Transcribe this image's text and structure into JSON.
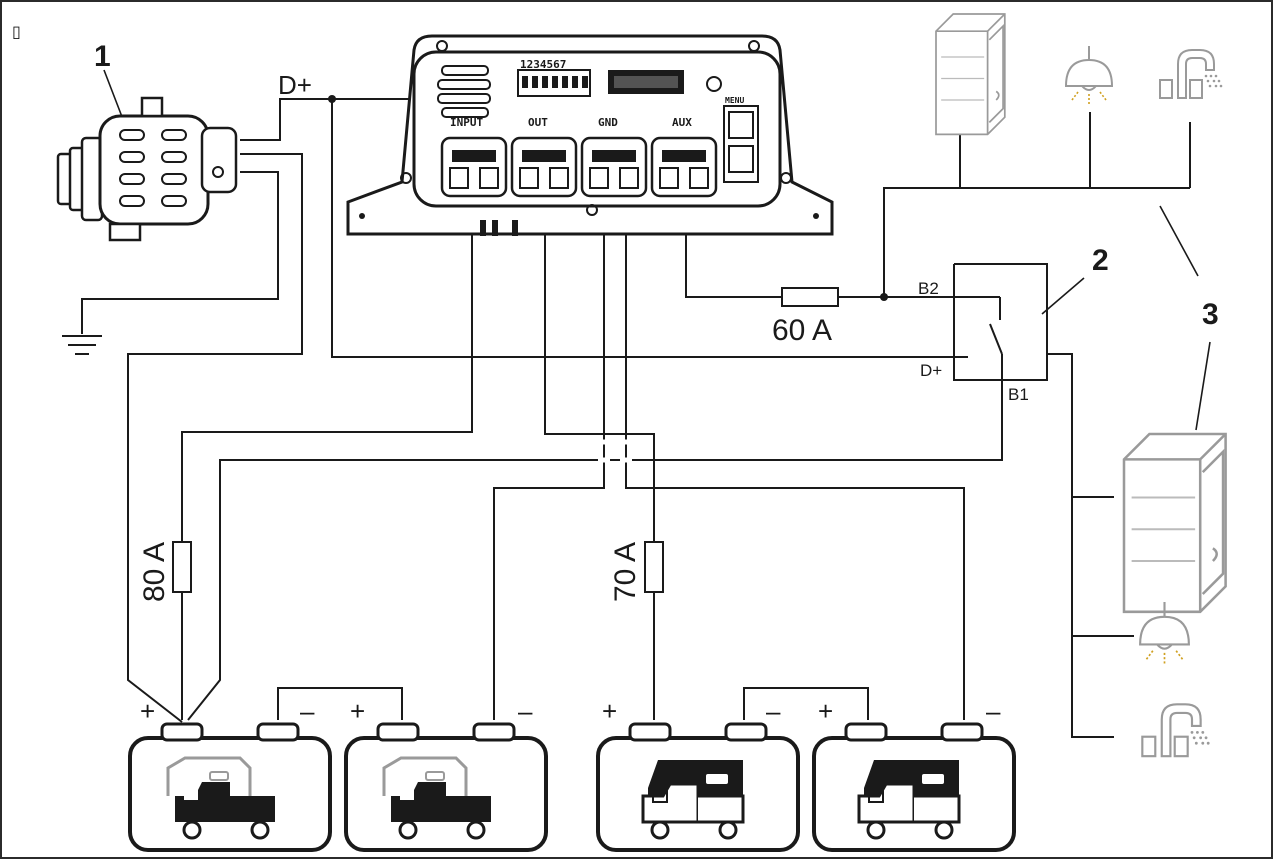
{
  "corner_symbol": "▯",
  "callouts": {
    "alternator": "1",
    "relay": "2",
    "consumers": "3"
  },
  "labels": {
    "d_plus_top": "D+",
    "fuse_aux": "60 A",
    "fuse_input": "80 A",
    "fuse_output": "70 A",
    "relay_b2": "B2",
    "relay_b1": "B1",
    "relay_d_plus": "D+"
  },
  "booster": {
    "dip_numbers": "1234567",
    "ports": [
      "INPUT",
      "OUT",
      "GND",
      "AUX"
    ],
    "menu_label": "MENU"
  },
  "batteries": {
    "plus": "+",
    "minus": "–"
  },
  "icons": {
    "alternator": "alternator-icon",
    "ground": "ground-icon",
    "fridge": "fridge-icon",
    "lamp": "lamp-icon",
    "tap": "tap-icon",
    "camper_grey": "camper-van-icon",
    "camper_black": "camper-van-icon"
  },
  "colors": {
    "line": "#1a1a1a",
    "light_grey": "#9a9a9a",
    "background": "#ffffff"
  }
}
